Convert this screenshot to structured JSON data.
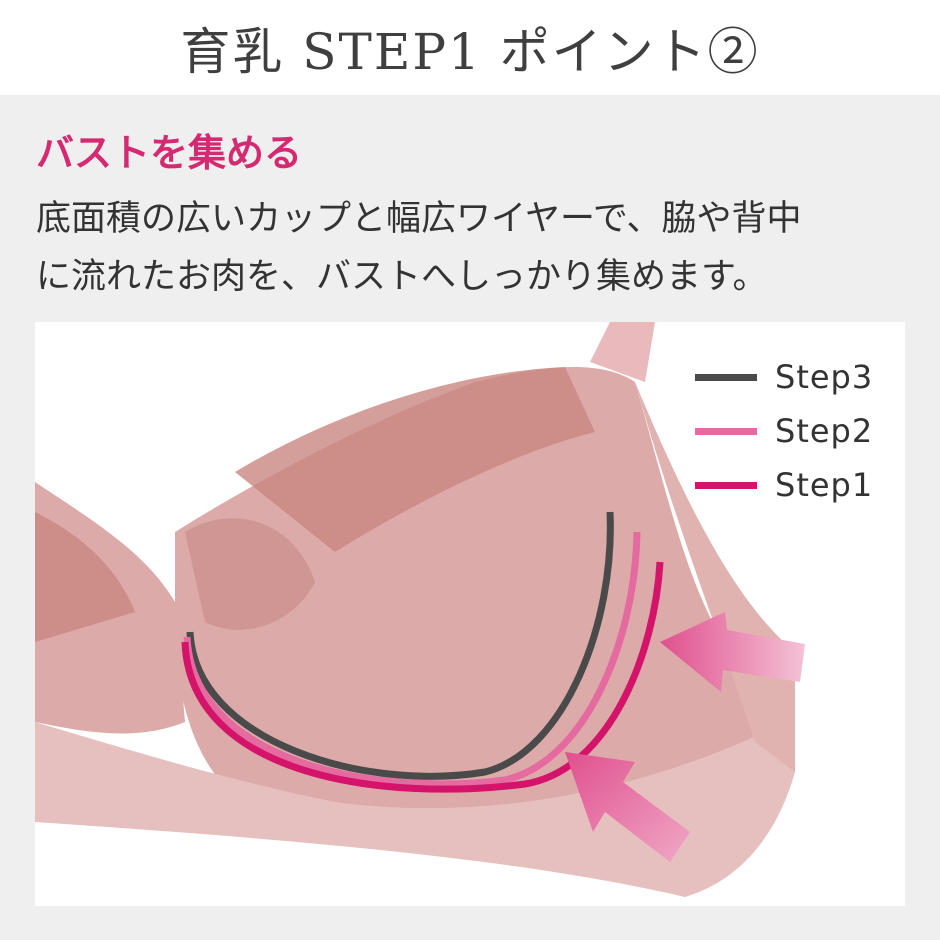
{
  "header": {
    "title": "育乳 STEP1 ポイント②"
  },
  "section": {
    "heading": "バストを集める",
    "description_line1": "底面積の広いカップと幅広ワイヤーで、脇や背中",
    "description_line2": "に流れたお肉を、バストへしっかり集めます。"
  },
  "legend": [
    {
      "label": "Step3",
      "color": "#4a4a4a"
    },
    {
      "label": "Step2",
      "color": "#e56aa0"
    },
    {
      "label": "Step1",
      "color": "#d4146a"
    }
  ],
  "colors": {
    "accent": "#d42a72",
    "lace": "#d9a5a2",
    "lace_dark": "#c98782",
    "arrow": "#e25d98"
  }
}
